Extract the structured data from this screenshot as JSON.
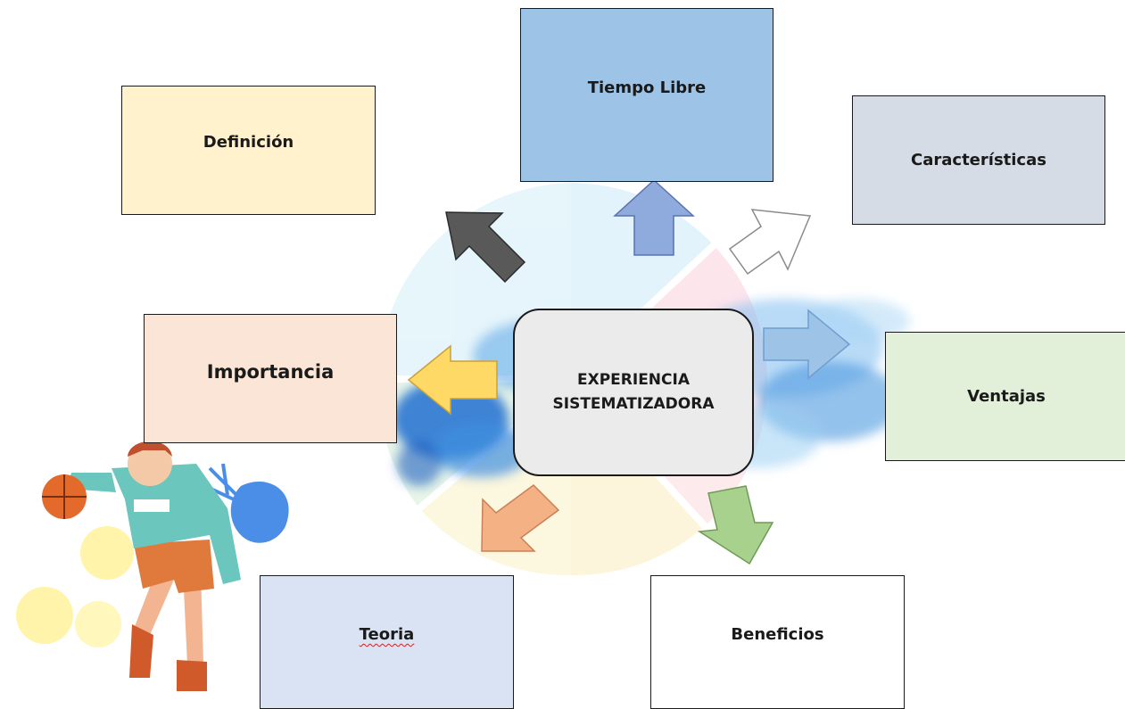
{
  "center": {
    "line1": "EXPERIENCIA",
    "line2": "SISTEMATIZADORA"
  },
  "boxes": {
    "tiempo_libre": {
      "label": "Tiempo Libre",
      "color": "#9dc3e6"
    },
    "definicion": {
      "label": "Definición",
      "color": "#fff2cc"
    },
    "caracteristicas": {
      "label": "Características",
      "color": "#d6dce5"
    },
    "importancia": {
      "label": "Importancia",
      "color": "#fbe5d6"
    },
    "ventajas": {
      "label": "Ventajas",
      "color": "#e2f0d9"
    },
    "teoria": {
      "label": "Teoria",
      "color": "#dae3f3"
    },
    "beneficios": {
      "label": "Beneficios",
      "color": "#ffffff"
    }
  },
  "arrows": {
    "definicion": "#595959",
    "tiempo_libre": "#8faadc",
    "caracteristicas": "#ffffff",
    "ventajas": "#9dc3e6",
    "importancia": "#ffd966",
    "teoria": "#f4b183",
    "beneficios": "#a9d18e"
  }
}
